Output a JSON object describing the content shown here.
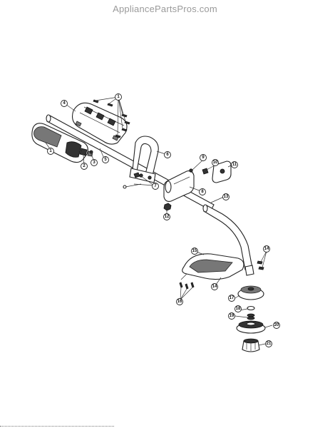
{
  "header": {
    "watermark": "AppliancePartsPros.com"
  },
  "callouts": [
    {
      "id": "c1a",
      "label": "1"
    },
    {
      "id": "c1b",
      "label": "1"
    },
    {
      "id": "c2",
      "label": "2"
    },
    {
      "id": "c3",
      "label": "3"
    },
    {
      "id": "c4",
      "label": "4"
    },
    {
      "id": "c5",
      "label": "5"
    },
    {
      "id": "c6",
      "label": "6"
    },
    {
      "id": "c7",
      "label": "7"
    },
    {
      "id": "c8",
      "label": "8"
    },
    {
      "id": "c9",
      "label": "9"
    },
    {
      "id": "c10",
      "label": "10"
    },
    {
      "id": "c11",
      "label": "11"
    },
    {
      "id": "c12",
      "label": "12"
    },
    {
      "id": "c13",
      "label": "13"
    },
    {
      "id": "c14a",
      "label": "14"
    },
    {
      "id": "c14b",
      "label": "14"
    },
    {
      "id": "c15",
      "label": "15"
    },
    {
      "id": "c16",
      "label": "16"
    },
    {
      "id": "c17",
      "label": "17"
    },
    {
      "id": "c18",
      "label": "18"
    },
    {
      "id": "c19",
      "label": "19"
    },
    {
      "id": "c20",
      "label": "20"
    },
    {
      "id": "c21",
      "label": "21"
    }
  ]
}
